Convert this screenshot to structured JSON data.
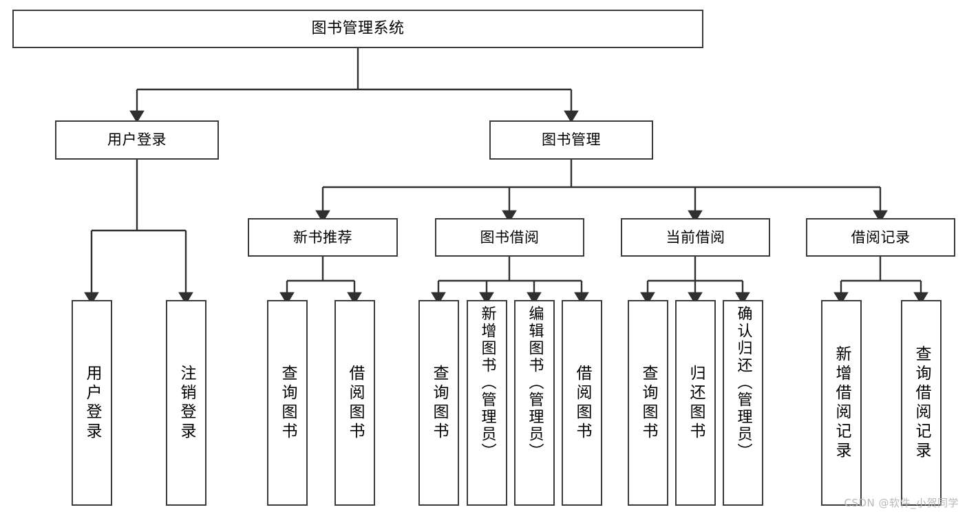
{
  "diagram": {
    "title": "图书管理系统",
    "type": "tree-hierarchy-diagram",
    "watermark": "CSDN @软件_小贺同学",
    "colors": {
      "box_border": "#3a3a3a",
      "box_fill": "#ffffff",
      "edge": "#2f2f2f",
      "text": "#000000",
      "watermark": "#b9b9b9",
      "background": "#ffffff"
    },
    "nodes": {
      "root": {
        "label": "图书管理系统"
      },
      "level1": [
        {
          "label": "用户登录"
        },
        {
          "label": "图书管理"
        }
      ],
      "level2": [
        {
          "label": "新书推荐"
        },
        {
          "label": "图书借阅"
        },
        {
          "label": "当前借阅"
        },
        {
          "label": "借阅记录"
        }
      ],
      "leaves": {
        "user_login": [
          {
            "label": "用户登录"
          },
          {
            "label": "注销登录"
          }
        ],
        "new_book_recommend": [
          {
            "label": "查询图书"
          },
          {
            "label": "借阅图书"
          }
        ],
        "book_borrow": [
          {
            "label": "查询图书"
          },
          {
            "label": "新增图书（管理员）"
          },
          {
            "label": "编辑图书（管理员）"
          },
          {
            "label": "借阅图书"
          }
        ],
        "current_borrow": [
          {
            "label": "查询图书"
          },
          {
            "label": "归还图书"
          },
          {
            "label": "确认归还（管理员）"
          }
        ],
        "borrow_record": [
          {
            "label": "新增借阅记录"
          },
          {
            "label": "查询借阅记录"
          }
        ]
      }
    }
  }
}
